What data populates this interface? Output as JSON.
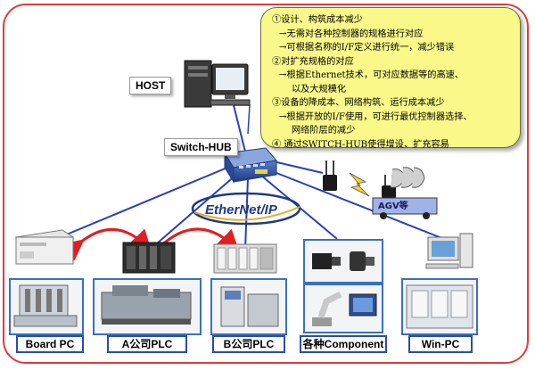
{
  "callout": {
    "lines": [
      "①设计、构筑成本减少",
      "→无需对各种控制器的规格进行对应",
      "→可根据名称的I/F定义进行统一，减少错误",
      "②对扩充规格的对应",
      "→根据Ethernet技术，可对应数据等的高速、",
      "以及大规模化",
      "③设备的降成本、网络构筑、运行成本减少",
      "→根据开放的I/F使用，可进行最优控制器选择、",
      "网络阶层的减少",
      "④ 通过SWITCH-HUB使得增设、扩充容易"
    ]
  },
  "host_label": "HOST",
  "switch_label": "Switch-HUB",
  "ethernet_logo": "EtherNet/IP",
  "agv_label": "AGV等",
  "devices": [
    "Board PC",
    "A公司PLC",
    "B公司PLC",
    "各种Component",
    "Win-PC"
  ],
  "colors": {
    "border": "#e03c3c",
    "link": "#2a3fb8",
    "arrow": "#e02020",
    "callout": "#fbf88a",
    "panel": "#3a6fc4"
  }
}
